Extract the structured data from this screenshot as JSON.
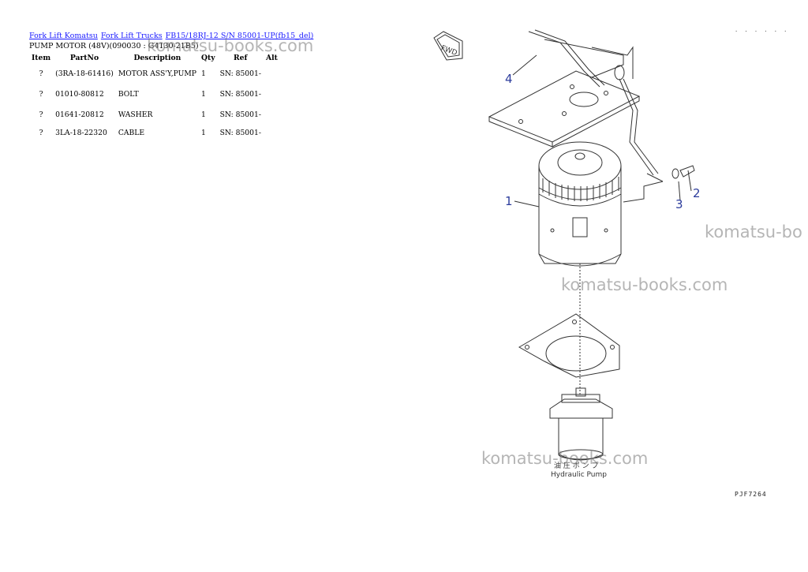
{
  "breadcrumb": {
    "link1": "Fork Lift Komatsu",
    "link2": "Fork Lift Trucks",
    "link3": "FB15/18RJ-12 S/N 85001-UP(fb15_del)"
  },
  "page_title": "PUMP MOTOR (48V)(090030 : G4130-21B5)",
  "table": {
    "headers": {
      "item": "Item",
      "partno": "PartNo",
      "description": "Description",
      "qty": "Qty",
      "ref": "Ref",
      "alt": "Alt"
    },
    "rows": [
      {
        "item": "?",
        "partno": "(3RA-18-61416)",
        "description": "MOTOR ASS'Y,PUMP",
        "qty": "1",
        "ref": "SN: 85001-",
        "alt": ""
      },
      {
        "item": "?",
        "partno": "01010-80812",
        "description": "BOLT",
        "qty": "1",
        "ref": "SN: 85001-",
        "alt": ""
      },
      {
        "item": "?",
        "partno": "01641-20812",
        "description": "WASHER",
        "qty": "1",
        "ref": "SN: 85001-",
        "alt": ""
      },
      {
        "item": "?",
        "partno": "3LA-18-22320",
        "description": "CABLE",
        "qty": "1",
        "ref": "SN: 85001-",
        "alt": ""
      }
    ]
  },
  "watermarks": {
    "w1": "komatsu-books.com",
    "w2": "komatsu-bo",
    "w3": "komatsu-books.com",
    "w4": "komatsu-books.com"
  },
  "diagram": {
    "callouts": {
      "c1": "1",
      "c2": "2",
      "c3": "3",
      "c4": "4"
    },
    "fwd_label": "FWD",
    "pump_label_jp": "油 圧 ポ ン プ",
    "pump_label_en": "Hydraulic Pump",
    "drawing_code": "PJF7264",
    "top_marks": ". . . . . ."
  }
}
